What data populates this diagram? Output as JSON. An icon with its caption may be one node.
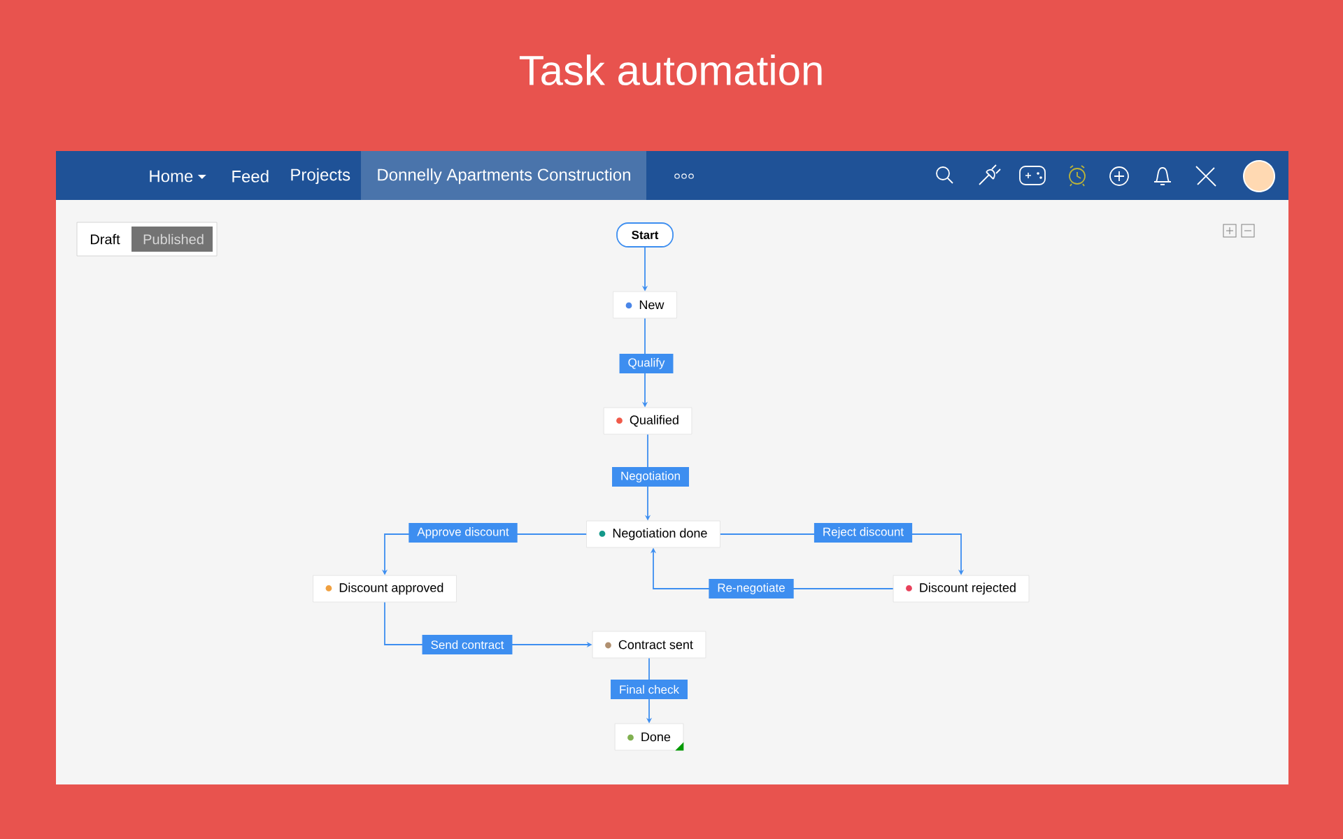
{
  "diagram": {
    "title": "Task automation",
    "nodes": [
      {
        "text": [
          "Start"
        ]
      },
      {
        "text": [
          "New"
        ]
      },
      {
        "text": [
          "Qualified"
        ]
      },
      {
        "text": [
          "Negotiation done"
        ]
      },
      {
        "text": [
          "Discount approved"
        ]
      },
      {
        "text": [
          "Discount rejected"
        ]
      },
      {
        "text": [
          "Contract sent"
        ]
      },
      {
        "text": [
          "Done"
        ]
      }
    ],
    "edges": [
      {
        "from": 0,
        "to": 1,
        "arrow": "to"
      },
      {
        "from": 1,
        "to": 2,
        "arrow": "to",
        "label": "Qualify"
      },
      {
        "from": 2,
        "to": 3,
        "arrow": "to",
        "label": "Negotiation"
      },
      {
        "from": 3,
        "to": 4,
        "arrow": "to",
        "label": "Approve discount"
      },
      {
        "from": 3,
        "to": 5,
        "arrow": "to",
        "label": "Reject discount"
      },
      {
        "from": 5,
        "to": 3,
        "arrow": "to",
        "label": "Re-negotiate"
      },
      {
        "from": 4,
        "to": 6,
        "arrow": "to",
        "label": "Send contract"
      },
      {
        "from": 6,
        "to": 7,
        "arrow": "to",
        "label": "Final check"
      }
    ],
    "labels": [
      "Home",
      "Feed",
      "Projects",
      "Donnelly Apartments Construction",
      "Draft",
      "Published"
    ]
  }
}
